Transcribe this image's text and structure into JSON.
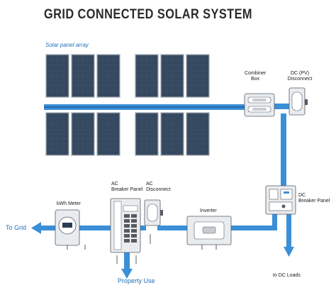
{
  "title": "GRID CONNECTED SOLAR SYSTEM",
  "labels": {
    "solar_array": "Solar panel array",
    "combiner_box": [
      "Combiner",
      "Box"
    ],
    "dc_disconnect": [
      "DC (PV)",
      "Disconnect"
    ],
    "dc_breaker_panel": [
      "DC",
      "Breaker Panel"
    ],
    "ac_breaker_panel": [
      "AC",
      "Breaker Panel"
    ],
    "ac_disconnect": [
      "AC",
      "Disconnect"
    ],
    "kwh_meter": "kWh Meter",
    "inverter": "Inverter",
    "to_grid": "To Grid",
    "property_use": "Property Use",
    "to_dc_loads": "to DC Loads"
  },
  "colors": {
    "wire": "#3a8fd6",
    "wire_dark": "#1f5f9e",
    "panel": "#2c3e55",
    "panel_cell": "#34495f",
    "frame": "#c8ccd0",
    "device": "#e9ecef",
    "outline": "#555b61"
  }
}
